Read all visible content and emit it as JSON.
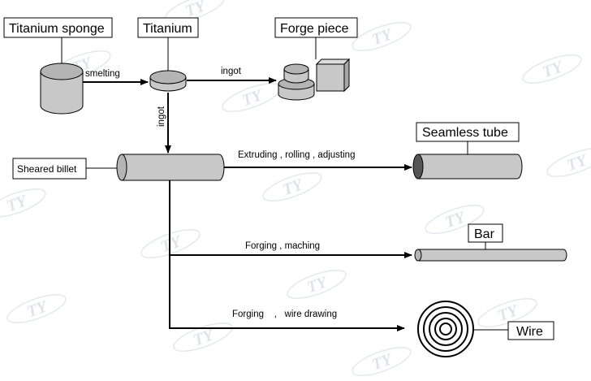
{
  "labels": {
    "titanium_sponge": "Titanium sponge",
    "titanium": "Titanium",
    "forge_piece": "Forge piece",
    "sheared_billet": "Sheared billet",
    "seamless_tube": "Seamless tube",
    "bar": "Bar",
    "wire": "Wire"
  },
  "steps": {
    "smelting": "smelting",
    "ingot_to_forge": "ingot",
    "ingot_down": "ingot",
    "extruding": "Extruding , rolling , adjusting",
    "forging_maching": "Forging , maching",
    "forging_wire": "Forging    ,   wire drawing"
  },
  "watermark": "TY",
  "colors": {
    "shape_fill": "#c8c8c8",
    "shape_top": "#b4b4b4",
    "line": "#000000",
    "watermark": "#dfe3ea"
  }
}
